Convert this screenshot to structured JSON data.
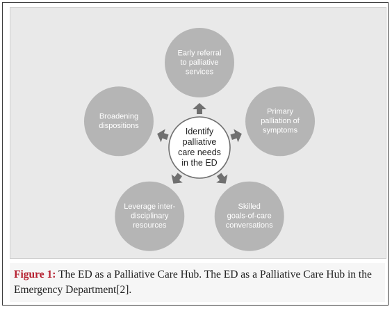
{
  "diagram": {
    "center_label": [
      "Identify",
      "palliative",
      "care needs",
      "in the ED"
    ],
    "nodes": [
      {
        "id": "early-referral",
        "label": [
          "Early referral",
          "to palliative",
          "services"
        ]
      },
      {
        "id": "primary-palliation",
        "label": [
          "Primary",
          "palliation of",
          "symptoms"
        ]
      },
      {
        "id": "skilled-goals",
        "label": [
          "Skilled",
          "goals-of-care",
          "conversations"
        ]
      },
      {
        "id": "leverage-interdisciplinary",
        "label": [
          "Leverage inter-",
          "disciplinary",
          "resources"
        ]
      },
      {
        "id": "broadening-dispositions",
        "label": [
          "Broadening",
          "dispositions"
        ]
      }
    ],
    "colors": {
      "panel": "#e9e9e9",
      "outer_circle": "#b5b5b5",
      "outer_text": "#ffffff",
      "center_fill": "#ffffff",
      "center_stroke": "#6f6f6f",
      "center_text": "#1f1f1f",
      "arrow": "#707070"
    }
  },
  "caption": {
    "label": "Figure 1:",
    "text": " The ED as a Palliative Care Hub. The ED as a Palliative Care Hub in the Emergency Department[2]."
  }
}
